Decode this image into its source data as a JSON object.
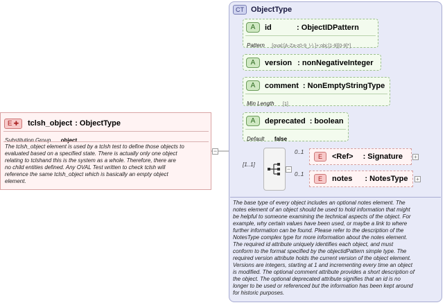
{
  "element": {
    "badge": "E",
    "name": "tclsh_object",
    "type": ": ObjectType",
    "substitution_label": "Substitution Group",
    "substitution_value": "object",
    "documentation": [
      "The tclsh_object element is used by a tclsh test to define those objects to",
      "evaluated based on a specified state. There is actually only one object",
      "relating to tclshand this is the system as a whole. Therefore, there are",
      "no child entities defined. Any OVAL Test written to check tclsh will",
      "reference the same tclsh_object which is basically an empty object",
      "element."
    ]
  },
  "complex_type": {
    "badge": "CT",
    "name": "ObjectType",
    "attributes": [
      {
        "badge": "A",
        "name": "id",
        "type": ": ObjectIDPattern",
        "facet_label": "Pattern",
        "facet_value": "[oval:[A-Za-z0-9_\\-\\.]+:obj:[1-9][0-9]*]"
      },
      {
        "badge": "A",
        "name": "version",
        "type": ": nonNegativeInteger"
      },
      {
        "badge": "A",
        "name": "comment",
        "type": ": NonEmptyStringType",
        "facet_label": "Min Length",
        "facet_value": "[1]"
      },
      {
        "badge": "A",
        "name": "deprecated",
        "type": ": boolean",
        "facet_label": "Default",
        "facet_value": "false"
      }
    ],
    "sequence_cardinality": "[1..1]",
    "children": [
      {
        "badge": "E",
        "name": "<Ref>",
        "type": ": Signature",
        "cardinality": "0..1"
      },
      {
        "badge": "E",
        "name": "notes",
        "type": ": NotesType",
        "cardinality": "0..1"
      }
    ],
    "documentation": [
      "The base type of every object includes an optional notes element. The",
      "notes element of an object should be used to hold information that might",
      "be helpful to someone examining the technical aspects of the object. For",
      "example, why certain values have been used, or maybe a link to where",
      "further information can be found. Please refer to the description of the",
      "NotesType complex type for more information about the notes element.",
      "The required id attribute uniquely identifies each object, and must",
      "conform to the format specified by the objectidPattern simple type. The",
      "required version attribute holds the current version of the object element.",
      "Versions are integers, starting at 1 and incrementing every time an object",
      "is modified. The optional comment attribute provides a short description of",
      "the object. The optional deprecated attribute signifies that an id is no",
      "longer to be used or referenced but the information has been kept around",
      "for historic purposes."
    ]
  },
  "colors": {
    "element_fill": "#fff3f3",
    "complex_type_fill": "#e8eaf8",
    "attribute_fill": "#f3fbee"
  }
}
